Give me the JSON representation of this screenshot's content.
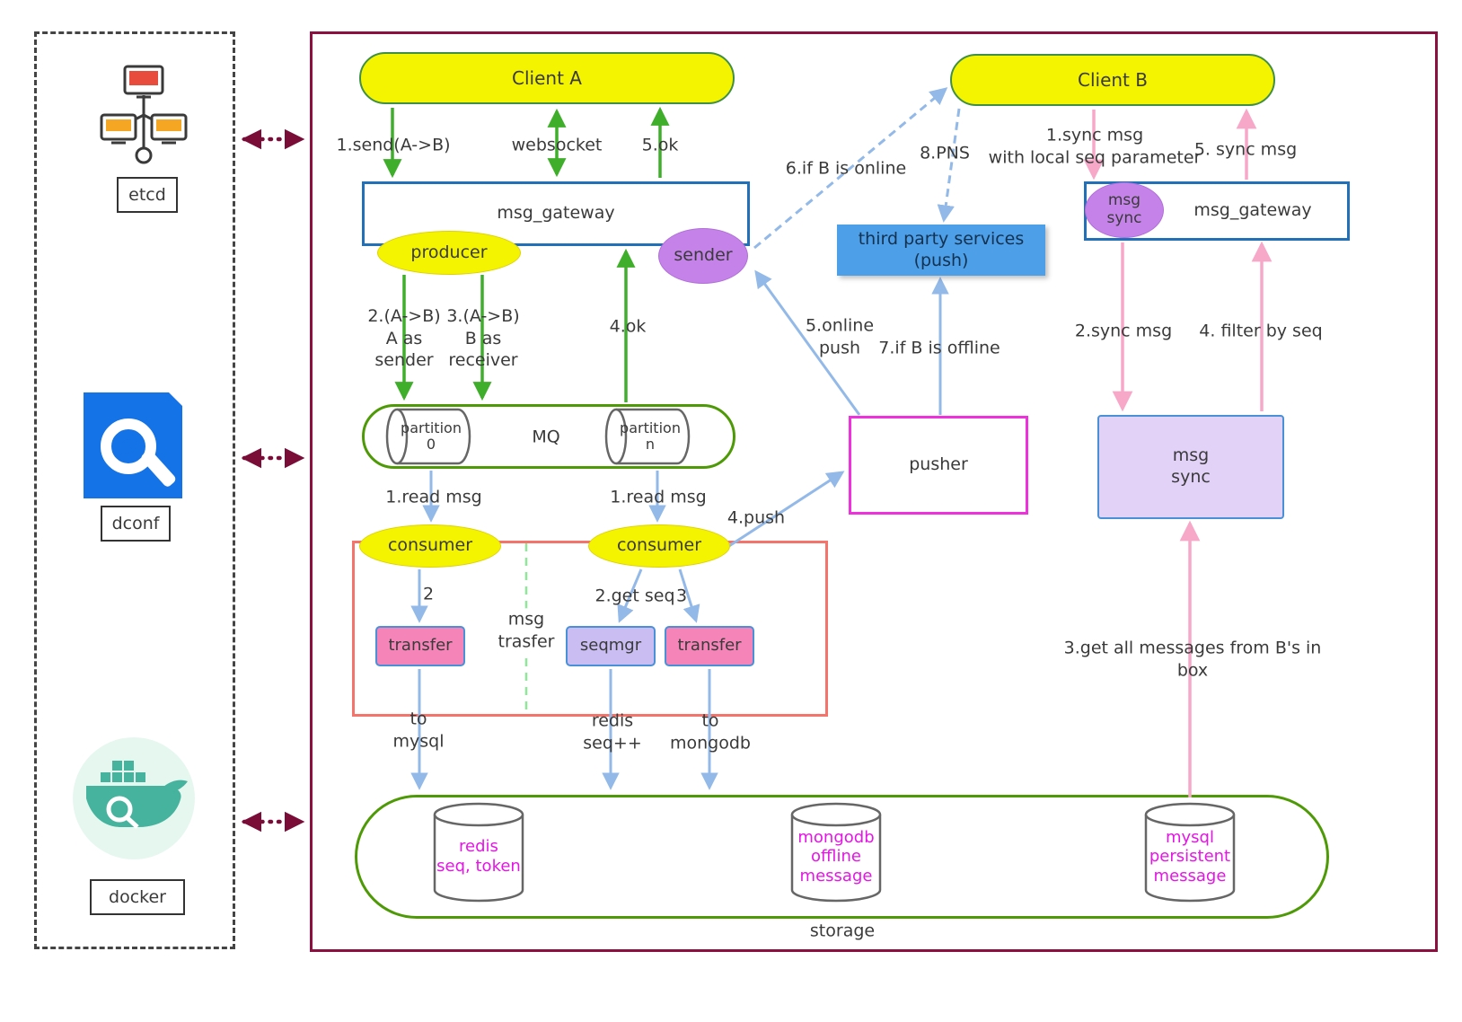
{
  "sidebar": {
    "etcd_label": "etcd",
    "dconf_label": "dconf",
    "docker_label": "docker"
  },
  "nodes": {
    "client_a": "Client A",
    "client_b": "Client B",
    "gateway_left": "msg_gateway",
    "gateway_right": "msg_gateway",
    "producer": "producer",
    "sender": "sender",
    "msg_sync_badge": "msg\nsync",
    "third_party": "third party services\n(push)",
    "mq": "MQ",
    "partition_0": "partition\n0",
    "partition_n": "partition\nn",
    "consumer_left": "consumer",
    "consumer_right": "consumer",
    "pusher": "pusher",
    "msg_sync_box": "msg\nsync",
    "transfer_left": "transfer",
    "seqmgr": "seqmgr",
    "transfer_right": "transfer",
    "storage": "storage",
    "redis_db": "redis\nseq, token",
    "mongodb_db": "mongodb\noffline\nmessage",
    "mysql_db": "mysql\npersistent\nmessage"
  },
  "edge_labels": {
    "send": "1.send(A->B)",
    "websocket": "websocket",
    "ok5": "5.ok",
    "a_as_sender": "2.(A->B)\nA as\nsender",
    "b_as_receiver": "3.(A->B)\nB as\nreceiver",
    "ok4": "4.ok",
    "if_online": "6.if B is online",
    "pns": "8.PNS",
    "sync1": "1.sync msg\nwith local seq parameter",
    "sync5": "5. sync msg",
    "read_left": "1.read msg",
    "read_right": "1.read msg",
    "push4": "4.push",
    "online_push": "5.online\npush",
    "if_offline": "7.if B is offline",
    "sync2": "2.sync msg",
    "filter4": "4. filter by seq",
    "step2": "2",
    "get_seq": "2.get seq",
    "step3": "3",
    "msg_trasfer": "msg\ntrasfer",
    "to_mysql": "to\nmysql",
    "redis_seq": "redis\nseq++",
    "to_mongodb": "to\nmongodb",
    "get_all": "3.get all messages from B's in box"
  },
  "colors": {
    "green_arrow": "#3fae2a",
    "blue_arrow": "#93b9e8",
    "pink_arrow": "#f7a8c8",
    "maroon_border": "#8b1040",
    "node_yellow": "#f4f400",
    "node_purple": "#c583ea",
    "db_text_magenta": "#e515e5",
    "red_group_border": "#f4736a",
    "pusher_border": "#ee30dd",
    "third_party_fill": "#4d9fe8"
  }
}
